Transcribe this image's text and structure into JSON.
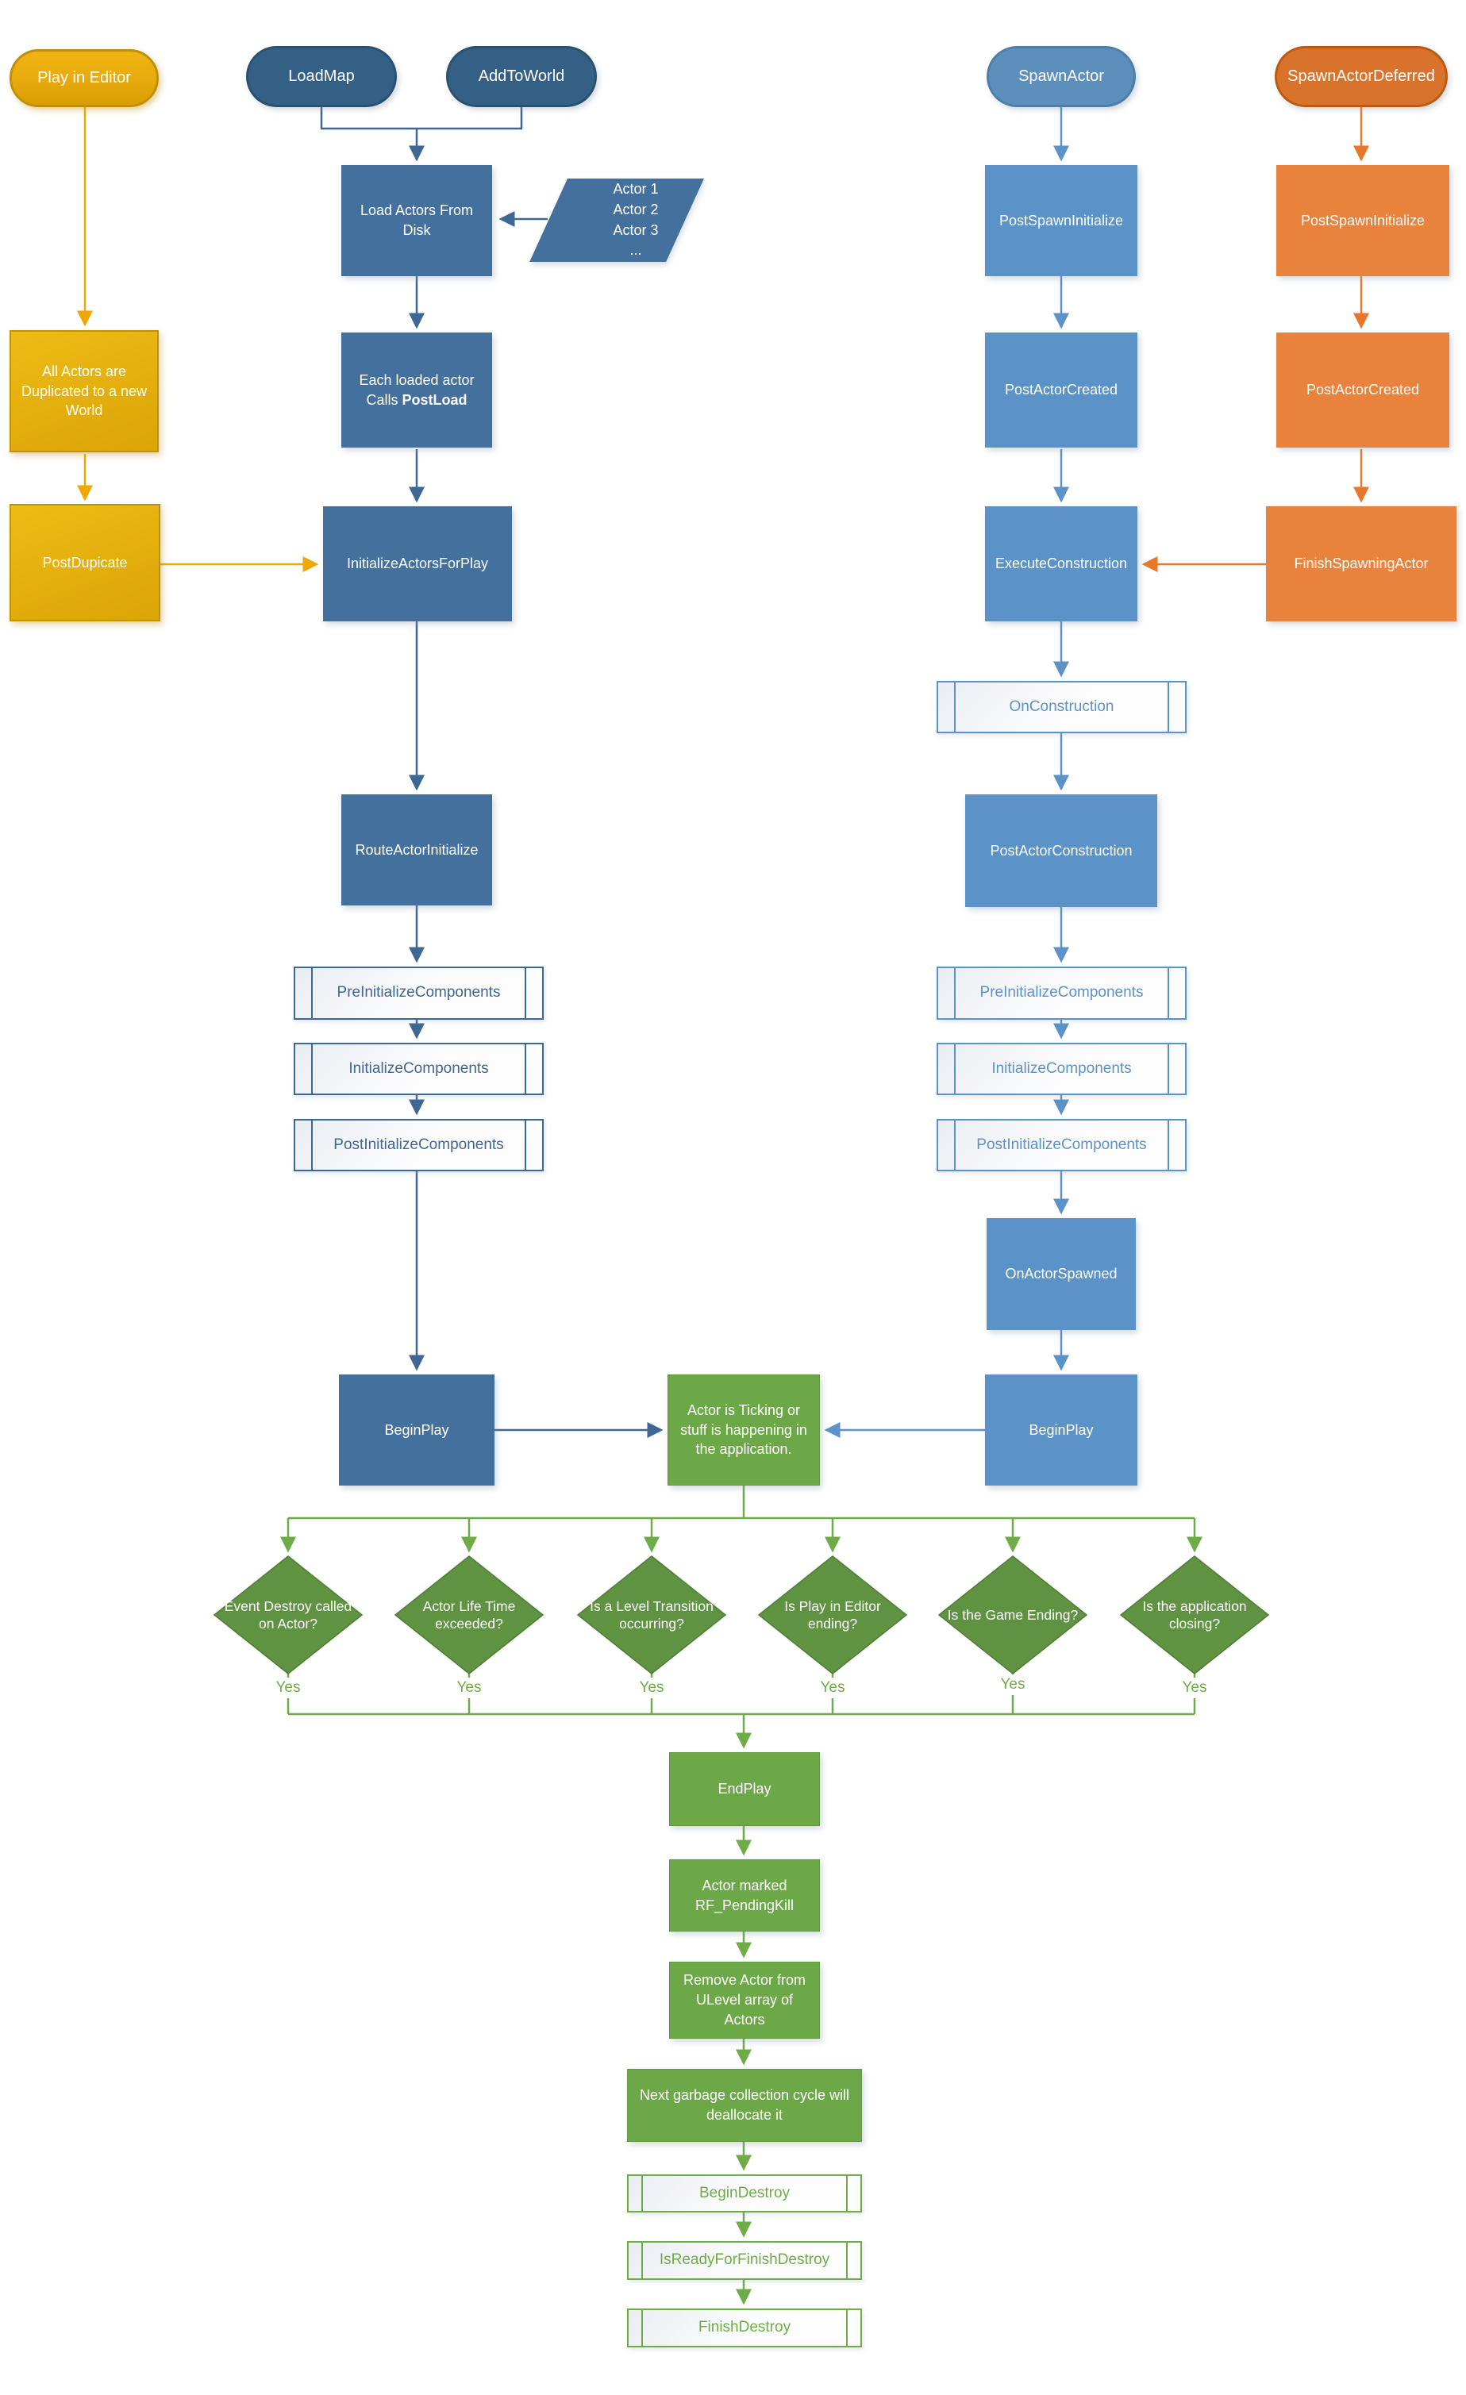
{
  "nodes": {
    "play_in_editor": {
      "label": "Play in Editor"
    },
    "load_map": {
      "label": "LoadMap"
    },
    "add_to_world": {
      "label": "AddToWorld"
    },
    "spawn_actor": {
      "label": "SpawnActor"
    },
    "spawn_actor_deferred": {
      "label": "SpawnActorDeferred"
    },
    "load_actors_from_disk": {
      "label": "Load Actors From Disk"
    },
    "actor_list": {
      "lines": [
        "Actor 1",
        "Actor 2",
        "Actor 3",
        "..."
      ]
    },
    "each_loaded_actor": {
      "line1": "Each loaded actor",
      "calls": "Calls",
      "postload": "PostLoad"
    },
    "all_actors_duplicated": {
      "label": "All Actors are Duplicated to a new World"
    },
    "post_dupicate": {
      "label": "PostDupicate"
    },
    "initialize_actors_for_play": {
      "label": "InitializeActorsForPlay"
    },
    "route_actor_initialize": {
      "label": "RouteActorInitialize"
    },
    "pre_initialize_components_left": {
      "label": "PreInitializeComponents"
    },
    "initialize_components_left": {
      "label": "InitializeComponents"
    },
    "post_initialize_components_left": {
      "label": "PostInitializeComponents"
    },
    "begin_play_left": {
      "label": "BeginPlay"
    },
    "post_spawn_initialize_blue": {
      "label": "PostSpawnInitialize"
    },
    "post_actor_created_blue": {
      "label": "PostActorCreated"
    },
    "execute_construction": {
      "label": "ExecuteConstruction"
    },
    "on_construction": {
      "label": "OnConstruction"
    },
    "post_actor_construction": {
      "label": "PostActorConstruction"
    },
    "pre_initialize_components_right": {
      "label": "PreInitializeComponents"
    },
    "initialize_components_right": {
      "label": "InitializeComponents"
    },
    "post_initialize_components_right": {
      "label": "PostInitializeComponents"
    },
    "on_actor_spawned": {
      "label": "OnActorSpawned"
    },
    "begin_play_right": {
      "label": "BeginPlay"
    },
    "post_spawn_initialize_orange": {
      "label": "PostSpawnInitialize"
    },
    "post_actor_created_orange": {
      "label": "PostActorCreated"
    },
    "finish_spawning_actor": {
      "label": "FinishSpawningActor"
    },
    "actor_ticking": {
      "label": "Actor is Ticking or stuff is happening in the application."
    },
    "end_play": {
      "label": "EndPlay"
    },
    "actor_marked_pending_kill": {
      "label": "Actor marked RF_PendingKill"
    },
    "remove_actor_from_ulevel": {
      "label": "Remove Actor from ULevel array of Actors"
    },
    "next_garbage_collection": {
      "label": "Next garbage collection cycle will deallocate it"
    },
    "begin_destroy": {
      "label": "BeginDestroy"
    },
    "is_ready_for_finish_destroy": {
      "label": "IsReadyForFinishDestroy"
    },
    "finish_destroy": {
      "label": "FinishDestroy"
    }
  },
  "decisions": [
    {
      "label": "Event Destroy called on Actor?",
      "yes": "Yes"
    },
    {
      "label": "Actor Life Time exceeded?",
      "yes": "Yes"
    },
    {
      "label": "Is a Level Transition occurring?",
      "yes": "Yes"
    },
    {
      "label": "Is Play in Editor ending?",
      "yes": "Yes"
    },
    {
      "label": "Is the Game Ending?",
      "yes": "Yes"
    },
    {
      "label": "Is the application closing?",
      "yes": "Yes"
    }
  ],
  "colors": {
    "gold_fill": "#E7AA0C",
    "gold_border": "#C18F06",
    "gold_line": "#F0A800",
    "yellow_border": "#C29204",
    "dark_blue_fill": "#44709D",
    "dark_blue_pill_fill": "#336084",
    "dark_blue_pill_border": "#2A5270",
    "dark_blue_line": "#3E6793",
    "mid_blue_fill": "#5B92C8",
    "mid_blue_pill_fill": "#5C8FBC",
    "mid_blue_pill_border": "#4C7EAB",
    "mid_blue_line": "#5B93C9",
    "orange_fill": "#E9823C",
    "orange_pill_fill": "#D9732B",
    "orange_pill_border": "#BC5912",
    "orange_line": "#E8772B",
    "green_fill": "#6CA847",
    "green_diamond_fill": "#5F9342",
    "green_diamond_border": "#507D35",
    "green_line": "#6FAC48",
    "bar_fill_light": "#E9EDF2"
  }
}
